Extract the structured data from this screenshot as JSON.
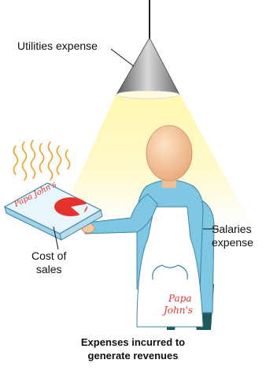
{
  "labels": {
    "utilities": "Utilities expense",
    "cost_line1": "Cost of",
    "cost_line2": "sales",
    "salaries_line1": "Salaries",
    "salaries_line2": "expense"
  },
  "box_brand": "Papa John's",
  "apron_brand_line1": "Papa",
  "apron_brand_line2": "John's",
  "caption_line1": "Expenses incurred to",
  "caption_line2": "generate revenues",
  "colors": {
    "light_beam": "#fff3a6",
    "shirt": "#7ec8e3",
    "skin": "#f4c9a0",
    "brand_red": "#e5322d",
    "pants": "#1f5a5a"
  }
}
